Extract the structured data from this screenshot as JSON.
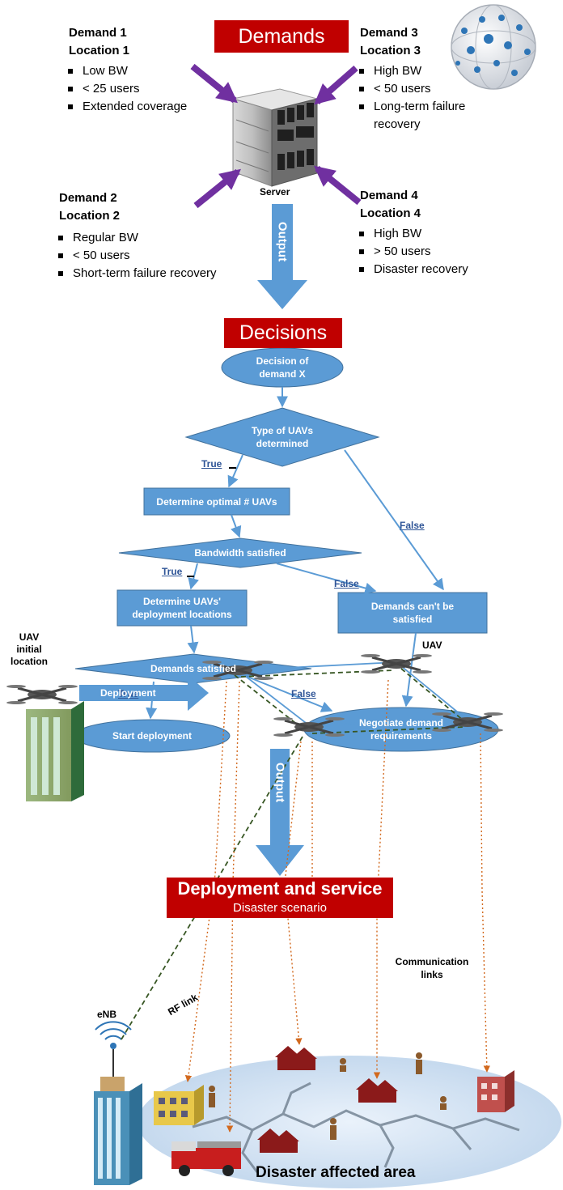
{
  "demands_banner": "Demands",
  "decisions_banner": "Decisions",
  "deployment_banner": {
    "title": "Deployment and service",
    "subtitle": "Disaster scenario"
  },
  "demands": [
    {
      "title": "Demand 1",
      "location": "Location 1",
      "items": [
        "Low BW",
        "< 25 users",
        "Extended coverage"
      ]
    },
    {
      "title": "Demand 2",
      "location": "Location 2",
      "items": [
        "Regular BW",
        "< 50 users",
        "Short-term failure recovery"
      ]
    },
    {
      "title": "Demand 3",
      "location": "Location 3",
      "items": [
        "High BW",
        "< 50 users",
        "Long-term failure",
        "recovery"
      ]
    },
    {
      "title": "Demand 4",
      "location": "Location 4",
      "items": [
        "High BW",
        "> 50 users",
        "Disaster recovery"
      ]
    }
  ],
  "server_label": "Server",
  "output_label": "Output",
  "flowchart": {
    "start": [
      "Decision of",
      "demand X"
    ],
    "type_uavs": [
      "Type of UAVs",
      "determined"
    ],
    "optimal_uavs": "Determine optimal # UAVs",
    "bandwidth": "Bandwidth satisfied",
    "deploy_locations": [
      "Determine UAVs'",
      "deployment locations"
    ],
    "demands_satisfied": "Demands satisfied",
    "cant_satisfy": [
      "Demands can't be",
      "satisfied"
    ],
    "start_deployment": "Start deployment",
    "negotiate": [
      "Negotiate demand",
      "requirements"
    ],
    "true_label": "True",
    "false_label": "False"
  },
  "scenario": {
    "uav_initial": [
      "UAV",
      "initial",
      "location"
    ],
    "deployment_arrow": "Deployment",
    "uav_label": "UAV",
    "rf_link": "RF link",
    "enb": "eNB",
    "comm_links": [
      "Communication",
      "links"
    ],
    "disaster_area": "Disaster affected area"
  },
  "colors": {
    "banner_red": "#c00000",
    "flow_blue": "#5b9bd5",
    "arrow_purple": "#7030a0",
    "true_false_blue": "#2f5597"
  }
}
